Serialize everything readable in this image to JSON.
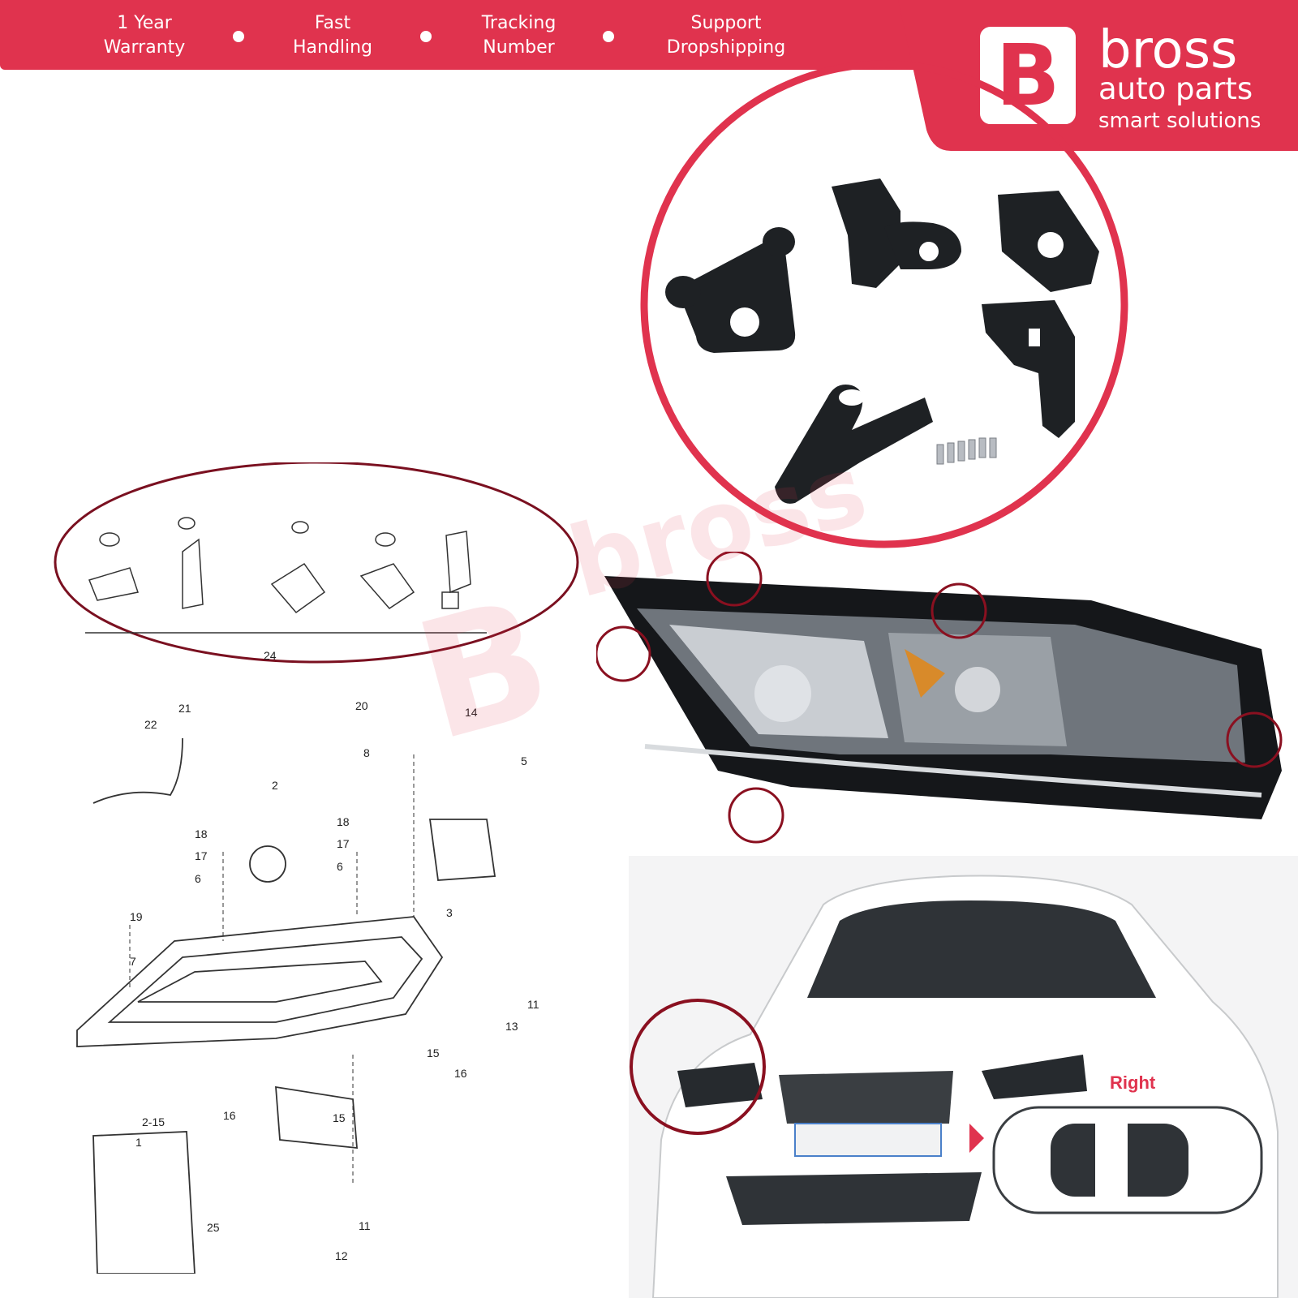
{
  "banner": {
    "items": [
      {
        "label": "1 Year\nWarranty"
      },
      {
        "label": "Fast\nHandling"
      },
      {
        "label": "Tracking\nNumber"
      },
      {
        "label": "Support\nDropshipping"
      }
    ]
  },
  "brand": {
    "logo_letter": "B",
    "name": "bross",
    "line2": "auto parts",
    "tagline": "smart solutions"
  },
  "diagram": {
    "callouts": [
      "24",
      "20",
      "14",
      "8",
      "5",
      "22",
      "21",
      "2",
      "18",
      "17",
      "6",
      "18",
      "17",
      "6",
      "3",
      "19",
      "7",
      "11",
      "13",
      "15",
      "16",
      "16",
      "15",
      "2-15",
      "1",
      "11",
      "12",
      "25"
    ]
  },
  "car": {
    "side_label": "Right"
  },
  "colors": {
    "accent": "#e0334e",
    "highlight_ring": "#8a1020",
    "part_black": "#1e2124"
  }
}
